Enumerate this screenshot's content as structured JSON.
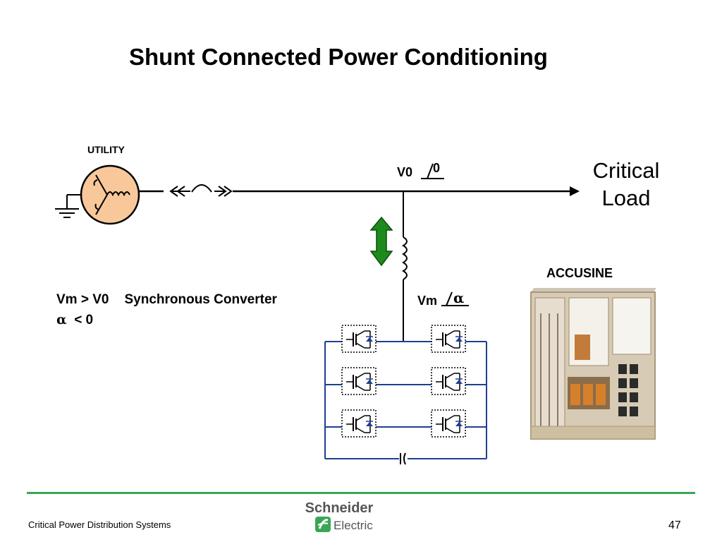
{
  "slide": {
    "title": "Shunt Connected Power Conditioning",
    "footer_text": "Critical Power Distribution Systems",
    "page_number": "47"
  },
  "diagram": {
    "utility_label": "UTILITY",
    "load_label_line1": "Critical",
    "load_label_line2": "Load",
    "v0_label": "V0",
    "v0_angle": "0",
    "vm_label": "Vm",
    "vm_angle": "α",
    "device_label": "ACCUSINE",
    "condition_line1_a": "Vm > V0",
    "condition_line1_b": "Synchronous Converter",
    "condition_line2_sym": "α",
    "condition_line2_rest": "< 0"
  },
  "logo": {
    "line1": "Schneider",
    "line2": "Electric",
    "brand_color": "#3aa655"
  },
  "colors": {
    "bridge_line": "#1f3f8f",
    "generator_fill": "#f8c89a",
    "arrow_fill": "#1d8a1d",
    "footer_rule": "#3aa655"
  }
}
